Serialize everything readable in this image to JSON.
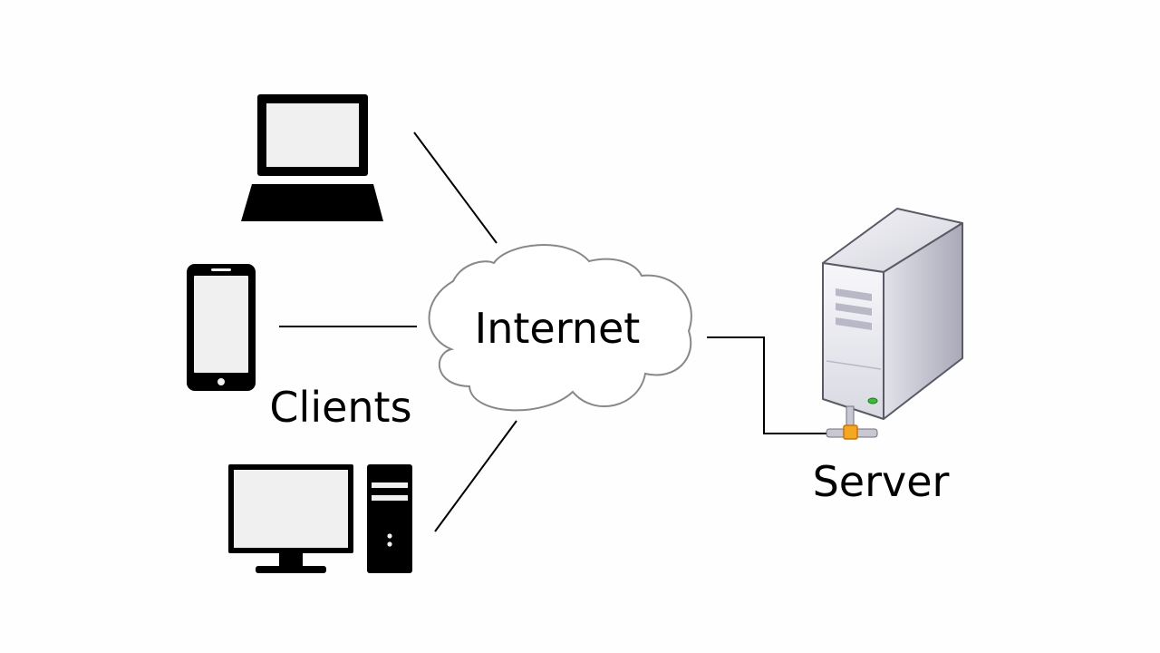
{
  "nodes": {
    "internet": {
      "label": "Internet",
      "icon": "cloud-icon"
    },
    "clients": {
      "label": "Clients"
    },
    "server": {
      "label": "Server",
      "icon": "server-tower-icon"
    },
    "client_devices": [
      {
        "icon": "laptop-icon"
      },
      {
        "icon": "smartphone-icon"
      },
      {
        "icon": "desktop-computer-icon"
      }
    ]
  },
  "colors": {
    "background": "#fefefe",
    "device_fill": "#000000",
    "screen_fill": "#f0f0f0",
    "cloud_stroke": "#888888",
    "connector_stroke": "#000000",
    "server_side": "#c4c4cf",
    "server_front": "#ececf3",
    "server_led": "#3cba3c",
    "network_port": "#f5a623"
  }
}
